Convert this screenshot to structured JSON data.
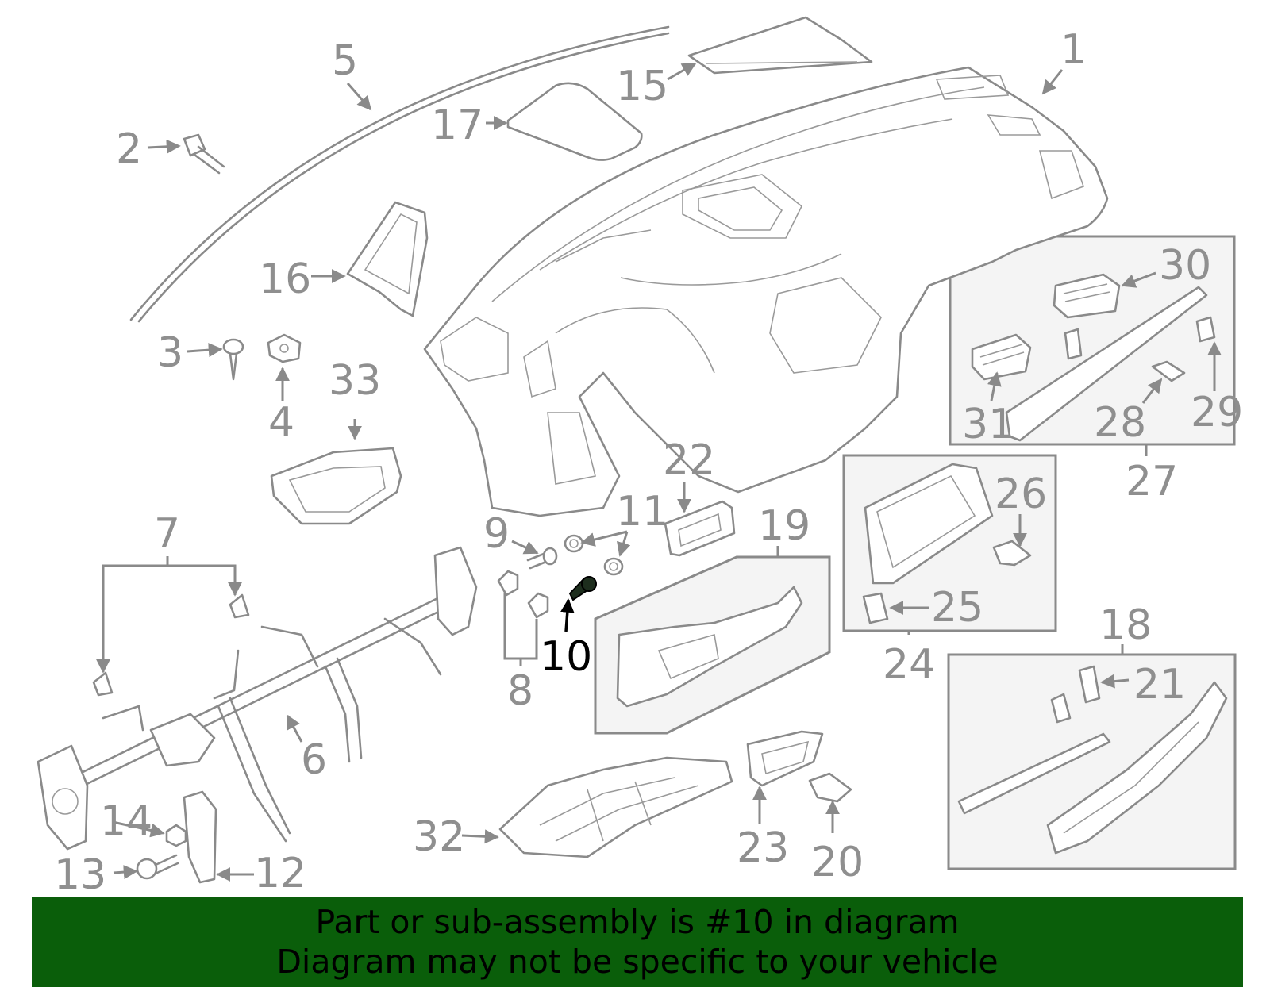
{
  "diagram": {
    "highlighted_part": "10",
    "callouts": [
      "1",
      "2",
      "3",
      "4",
      "5",
      "6",
      "7",
      "8",
      "9",
      "10",
      "11",
      "12",
      "13",
      "14",
      "15",
      "16",
      "17",
      "18",
      "19",
      "20",
      "21",
      "22",
      "23",
      "24",
      "25",
      "26",
      "27",
      "28",
      "29",
      "30",
      "31",
      "32",
      "33"
    ]
  },
  "banner": {
    "line1": "Part or sub-assembly is #10 in diagram",
    "line2": "Diagram may not be specific to your vehicle",
    "background_color": "#0a5e0a"
  }
}
